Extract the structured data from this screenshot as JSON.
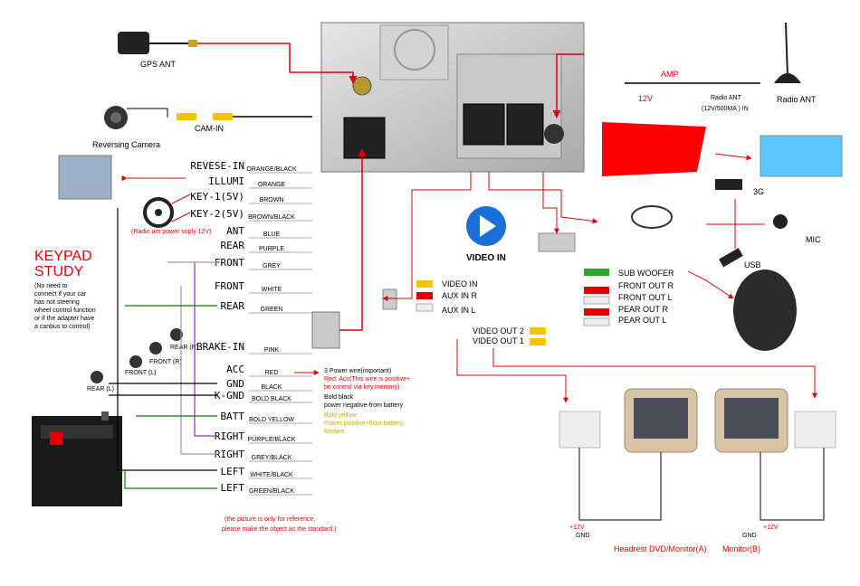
{
  "colors": {
    "red_wire": "#e00000",
    "green_wire": "#008000",
    "purple_wire": "#8a2be2",
    "grey_wire": "#9a9a9a",
    "black_wire": "#000000"
  },
  "top_components": {
    "gps_ant": "GPS ANT",
    "reversing_camera": "Reversing Camera",
    "cam_in": "CAM-IN",
    "amp": "AMP",
    "v12": "12V",
    "radio_ant_power": "Radio ANT",
    "radio_ant_power_spec": "(12V/500MA ) IN",
    "radio_ant": "Radio ANT",
    "g3": "3G",
    "mic": "MIC",
    "usb": "USB"
  },
  "steering": {
    "power_note": "(Radio ant power suply 12V)"
  },
  "wires": [
    {
      "name": "REVESE-IN",
      "color": "ORANGE/BLACK"
    },
    {
      "name": "ILLUMI",
      "color": "ORANGE"
    },
    {
      "name": "KEY-1(5V)",
      "color": "BROWN"
    },
    {
      "name": "KEY-2(5V)",
      "color": "BROWN/BLACK"
    },
    {
      "name": "ANT",
      "color": "BLUE"
    },
    {
      "name": "REAR",
      "color": "PURPLE"
    },
    {
      "name": "FRONT",
      "color": "GREY"
    },
    {
      "name": "FRONT",
      "color": "WHITE"
    },
    {
      "name": "REAR",
      "color": "GREEN"
    },
    {
      "name": "BRAKE-IN",
      "color": "PINK"
    },
    {
      "name": "ACC",
      "color": "RED"
    },
    {
      "name": "GND",
      "color": "BLACK"
    },
    {
      "name": "K-GND",
      "color": "BOLD BLACK"
    },
    {
      "name": "BATT",
      "color": "BOLD YELLOW"
    },
    {
      "name": "RIGHT",
      "color": "PURPLE/BLACK"
    },
    {
      "name": "RIGHT",
      "color": "GREY/BLACK"
    },
    {
      "name": "LEFT",
      "color": "WHITE/BLACK"
    },
    {
      "name": "LEFT",
      "color": "GREEN/BLACK"
    }
  ],
  "keypad": {
    "title1": "KEYPAD",
    "title2": "STUDY",
    "note": [
      "(No need to",
      "connect if your car",
      "has not steering",
      "wheel control function",
      "or if the adapter have",
      "a canbus to control)"
    ]
  },
  "speakers": {
    "front_l": "FRONT (L)",
    "front_r": "FRONT (R)",
    "rear_r": "REAR (R)",
    "rear_l": "REAR (L)"
  },
  "power_notes": {
    "line1": "3 Power wire(important)",
    "line2": "Red: Acc(This wire is positive+",
    "line3": "be control via key,memory)",
    "line4": "Bold black",
    "line5": "power negative-from battery",
    "line6": "Bold yellow:",
    "line7": "Power positive+from battery,",
    "line8": "firewire"
  },
  "footnote": {
    "line1": "(the picture is only for reference,",
    "line2": "please make the object as the standard.)"
  },
  "video": {
    "video_in_title": "VIDEO IN",
    "video_in": "VIDEO IN",
    "aux_in_r": "AUX IN R",
    "aux_in_l": "AUX IN L",
    "video_out_2": "VIDEO OUT 2",
    "video_out_1": "VIDEO OUT 1"
  },
  "audio_out": {
    "sub": "SUB WOOFER",
    "front_r": "FRONT OUT R",
    "front_l": "FRONT OUT L",
    "rear_r": "PEAR OUT R",
    "rear_l": "PEAR OUT L"
  },
  "monitors": {
    "a": "Headrest DVD/Monitor(A)",
    "b": "Monitor(B)",
    "v12a": "+12V",
    "gnda": "GND",
    "v12b": "+12V",
    "gndb": "GND"
  }
}
